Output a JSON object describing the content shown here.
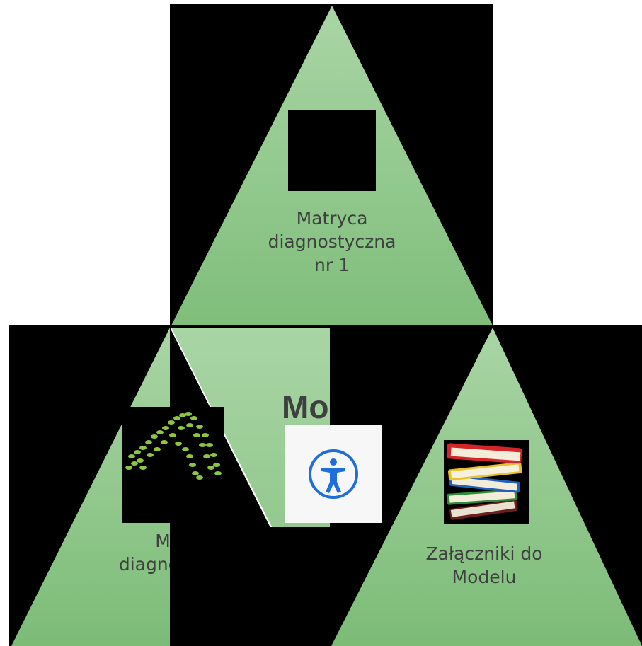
{
  "colors": {
    "triangle_light": "#a7d3a3",
    "triangle_dark": "#80bf7b",
    "text": "#3f3f3f",
    "accent_blue": "#1e6fd9",
    "leaf_green": "#8cc63f"
  },
  "top_triangle": {
    "label": "Matryca\ndiagnostyczna\nnr 1"
  },
  "left_triangle": {
    "label": "Mat\ndiagnos\nnr"
  },
  "right_triangle": {
    "label": "Załączniki do\nModelu"
  },
  "center": {
    "title": "Mo"
  },
  "icons": {
    "top": "black-square",
    "left": "leaf-branch-icon",
    "center": "accessibility-icon",
    "right": "books-stack-icon"
  }
}
